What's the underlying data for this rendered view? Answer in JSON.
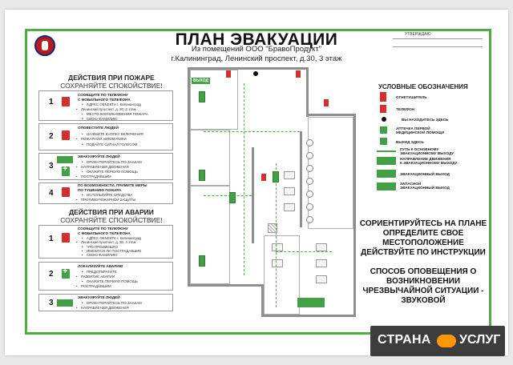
{
  "header": {
    "title": "ПЛАН ЭВАКУАЦИИ",
    "line1": "Из помещений ООО \"БравоПродукт\"",
    "line2": "г.Калининград, Ленинский проспект, д.30, 3 этаж",
    "approve": "УТВЕРЖДАЮ"
  },
  "fire": {
    "title": "ДЕЙСТВИЯ ПРИ ПОЖАРЕ",
    "calm": "СОХРАНЯЙТЕ СПОКОЙСТВИЕ!",
    "steps": [
      {
        "num": "1",
        "head": "СООБЩИТЕ ПО ТЕЛЕФОНУ\nС МОБИЛЬНОГО ТЕЛЕФОНА",
        "lines": [
          "АДРЕС ОБЪЕКТА г. Калининград",
          "Ленинский проспект, д. 30, 3 этаж",
          "МЕСТО ВОЗНИКНОВЕНИЯ ПОЖАРА",
          "СВОЮ ФАМИЛИЮ"
        ]
      },
      {
        "num": "2",
        "head": "ОПОВЕСТИТЕ ЛЮДЕЙ",
        "lines": [
          "НАЖМИТЕ КНОПКУ ВКЛЮЧЕНИЯ",
          "ПОЖАРНОЙ АВТОМАТИКИ",
          "ПОДАЙТЕ СИГНАЛ ГОЛОСОМ"
        ]
      },
      {
        "num": "3",
        "head": "ЭВАКУИРУЙТЕ ЛЮДЕЙ",
        "lines": [
          "ОРИЕНТИРУЙТЕСЬ ПО ЗНАКАМ",
          "НАПРАВЛЕНИЯ ДВИЖЕНИЯ",
          "ОКАЖИТЕ ПЕРВУЮ ПОМОЩЬ",
          "ПОСТРАДАВШИМ"
        ]
      },
      {
        "num": "4",
        "head": "ПО ВОЗМОЖНОСТИ, ПРИМИТЕ МЕРЫ\nПО ТУШЕНИЮ ПОЖАРА",
        "lines": [
          "ИСПОЛЬЗУЙТЕ СРЕДСТВА",
          "ПРОТИВОПОЖАРНОЙ ЗАЩИТЫ"
        ]
      }
    ]
  },
  "accident": {
    "title": "ДЕЙСТВИЯ ПРИ АВАРИИ",
    "calm": "СОХРАНЯЙТЕ СПОКОЙСТВИЕ!",
    "steps": [
      {
        "num": "1",
        "head": "СООБЩИТЕ ПО ТЕЛЕФОНУ\nС МОБИЛЬНОГО ТЕЛЕФОНА",
        "lines": [
          "АДРЕС ОБЪЕКТА г. Калининград",
          "Ленинский проспект, д. 30, 3 этаж",
          "ЧТО ПРОИЗОШЛО",
          "ИМЕЮТСЯ ЛИ ПОСТРАДАВШИЕ",
          "СВОЮ ФАМИЛИЮ"
        ]
      },
      {
        "num": "2",
        "head": "ЛОКАЛИЗУЙТЕ АВАРИЮ",
        "lines": [
          "ПРЕДОТВРАТИТЕ",
          "РАЗВИТИЕ АВАРИИ",
          "ОКАЖИТЕ ПЕРВУЮ ПОМОЩЬ",
          "ПОСТРАДАВШИМ"
        ]
      },
      {
        "num": "3",
        "head": "ЭВАКУИРУЙТЕ ЛЮДЕЙ",
        "lines": [
          "ОРИЕНТИРУЙТЕСЬ ПО ЗНАКАМ",
          "НАПРАВЛЕНИЯ ДВИЖЕНИЯ"
        ]
      }
    ]
  },
  "legend": {
    "title": "УСЛОВНЫЕ ОБОЗНАЧЕНИЯ",
    "items": [
      {
        "label": "ОГНЕТУШИТЕЛЬ",
        "kind": "red"
      },
      {
        "label": "ТЕЛЕФОН",
        "kind": "red"
      },
      {
        "label": "ВЫ НАХОДИТЕСЬ ЗДЕСЬ",
        "kind": "dot"
      },
      {
        "label": "АПТЕЧКА ПЕРВОЙ\nМЕДИЦИНСКОЙ ПОМОЩИ",
        "kind": "green"
      },
      {
        "label": "ВЫХОД ЗДЕСЬ",
        "kind": "green"
      },
      {
        "label": "ПУТЬ К ОСНОВНОМУ\nЭВАКУАЦИОННОМУ ВЫХОДУ",
        "kind": "line"
      },
      {
        "label": "НАПРАВЛЕНИЕ ДВИЖЕНИЯ\nК ЭВАКУАЦИОННОМУ ВЫХОДУ",
        "kind": "sign"
      },
      {
        "label": "ЭВАКУАЦИОННЫЙ ВЫХОД",
        "kind": "sign"
      },
      {
        "label": "ЗАПАСНОЙ\nЭВАКУАЦИОННЫЙ ВЫХОД",
        "kind": "block"
      }
    ]
  },
  "messages": {
    "orient": "СОРИЕНТИРУЙТЕСЬ НА ПЛАНЕ ОПРЕДЕЛИТЕ СВОЕ МЕСТОПОЛОЖЕНИЕ ДЕЙСТВУЙТЕ ПО ИНСТРУКЦИИ",
    "notify": "СПОСОБ ОПОВЕЩЕНИЯ О ВОЗНИКНОВЕНИИ ЧРЕЗВЫЧАЙНОЙ СИТУАЦИИ - ЗВУКОВОЙ"
  },
  "plan": {
    "exit_label": "ВЫХОД"
  },
  "watermark": {
    "left": "СТРАНА",
    "right": "УСЛУГ"
  },
  "colors": {
    "frame": "#4caf3f",
    "danger": "#d32f2f",
    "safe": "#43a047"
  }
}
